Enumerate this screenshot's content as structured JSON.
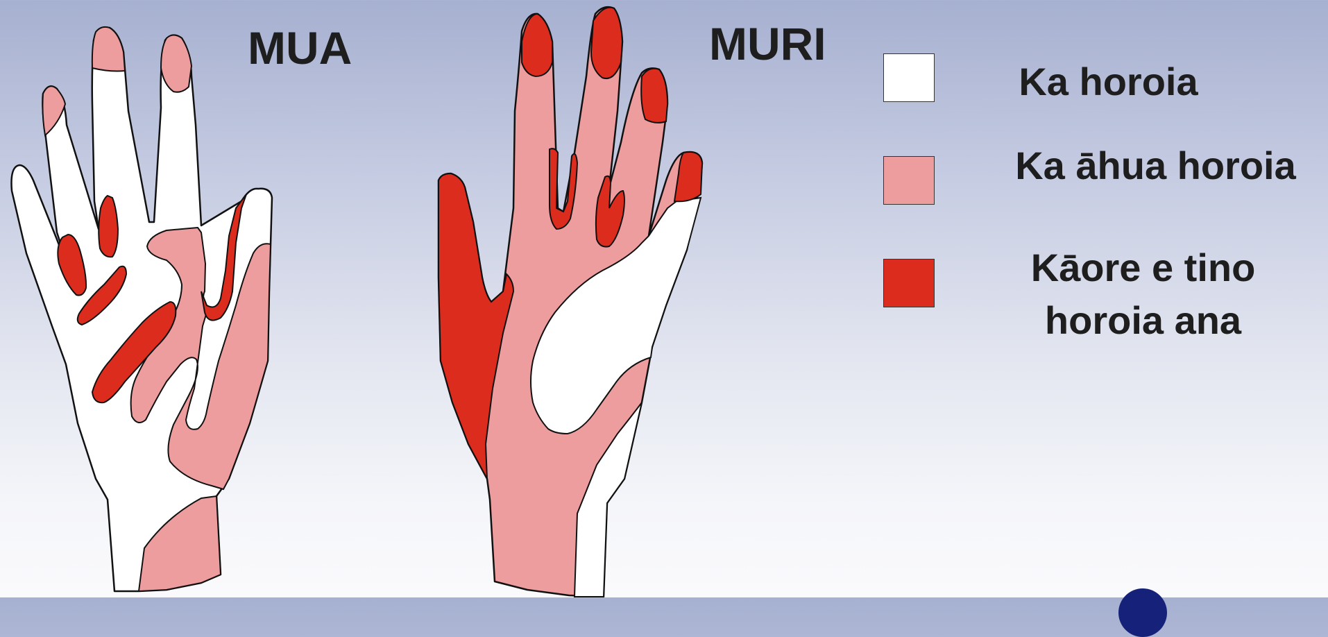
{
  "labels": {
    "front": "MUA",
    "back": "MURI"
  },
  "legend": [
    {
      "label": "Ka horoia",
      "color": "#ffffff"
    },
    {
      "label": "Ka āhua horoia",
      "color": "#ee9d9f"
    },
    {
      "label": "Kāore e tino horoia ana",
      "color": "#dc2c1e"
    }
  ],
  "colors": {
    "washed": "#ffffff",
    "partly_washed": "#ee9d9f",
    "not_washed": "#dc2c1e",
    "outline": "#111111",
    "logo": "#16227a"
  }
}
